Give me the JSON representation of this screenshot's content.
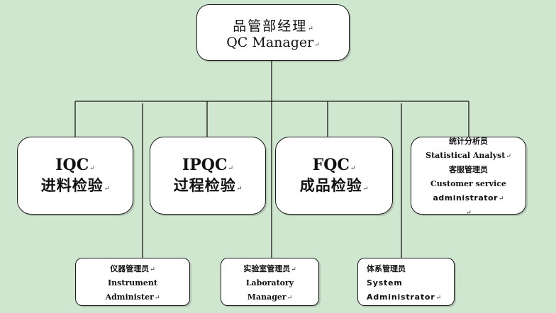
{
  "manager": {
    "cn": "品管部经理",
    "en": "QC Manager"
  },
  "nodes": {
    "iqc": {
      "code": "IQC",
      "cn": "进料检验"
    },
    "ipqc": {
      "code": "IPQC",
      "cn": "过程检验"
    },
    "fqc": {
      "code": "FQC",
      "cn": "成品检验"
    },
    "stat": {
      "cn1": "统计分析员",
      "en1": "Statistical Analyst",
      "cn2": "客服管理员",
      "en2a": "Customer service",
      "en2b": "administrator"
    },
    "instrument": {
      "cn": "仪器管理员",
      "en1": "Instrument",
      "en2": "Administer"
    },
    "lab": {
      "cn": "实验室管理员",
      "en1": "Laboratory",
      "en2": "Manager"
    },
    "system": {
      "cn": "体系管理员",
      "en1": "System",
      "en2": "Administrator"
    }
  },
  "mark": "↵",
  "colors": {
    "background": "#cfe6cf",
    "box": "#ffffff",
    "line": "#1a1a1a"
  }
}
